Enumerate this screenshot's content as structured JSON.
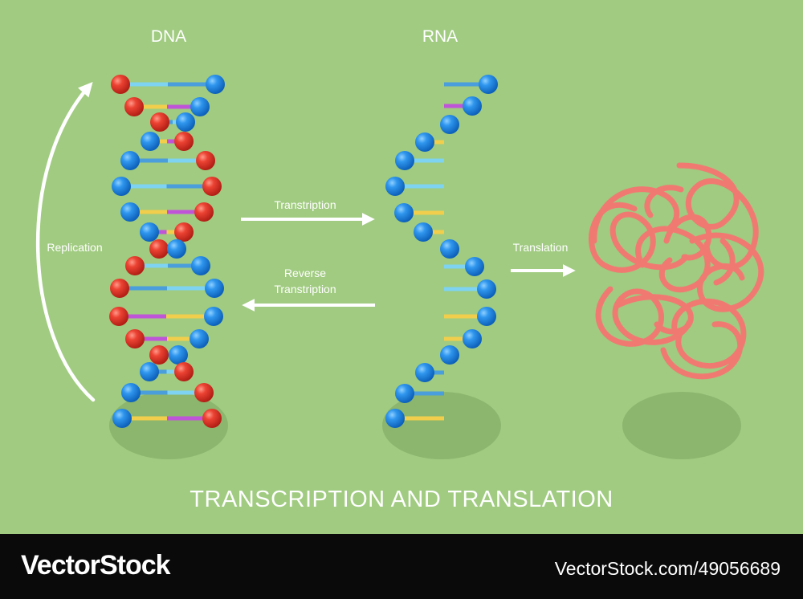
{
  "labels": {
    "dna": "DNA",
    "rna": "RNA",
    "replication": "Replication",
    "transcription": "Transtription",
    "reverse_line1": "Reverse",
    "reverse_line2": "Transtription",
    "translation": "Translation",
    "title": "TRANSCRIPTION AND TRANSLATION"
  },
  "footer": {
    "logo": "VectorStock",
    "url": "VectorStock.com/49056689"
  },
  "colors": {
    "background": "#a0cb80",
    "ball_blue": "#1b84e0",
    "ball_red": "#e23a2c",
    "protein": "#f07a72",
    "bar_blue": "#4a9edb",
    "bar_light": "#7ed3f2",
    "bar_yellow": "#f1ce4c",
    "bar_purple": "#c054d8",
    "shadow": "#8cb56e",
    "footer": "#0a0a0a"
  },
  "icons": [
    "dna-double-helix",
    "rna-strand",
    "protein-tangle",
    "arrow-icon"
  ]
}
